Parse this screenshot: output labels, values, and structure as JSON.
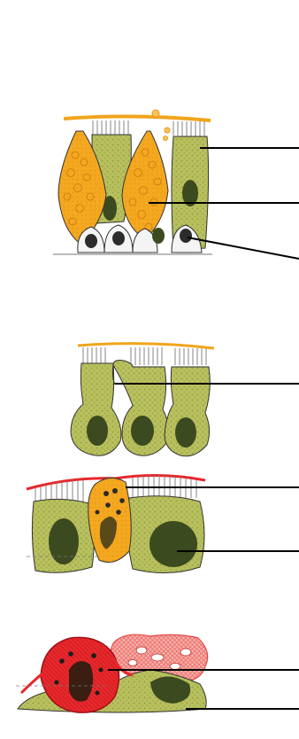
{
  "figure": {
    "panels": [
      {
        "id": "panel-1",
        "leader_lines": 3
      },
      {
        "id": "panel-2",
        "leader_lines": 1
      },
      {
        "id": "panel-3",
        "leader_lines": 2
      },
      {
        "id": "panel-4",
        "leader_lines": 2
      }
    ]
  },
  "colors": {
    "background": "#ffffff",
    "cell_olive": "#b8bf5e",
    "cell_olive_dark": "#8f9a3c",
    "nucleus_dark": "#3c4a1f",
    "goblet_orange": "#f2a31b",
    "goblet_light": "#f7c35a",
    "mucus_orange": "#f0a51c",
    "cilia_gray": "#777777",
    "surface_red": "#e8262b",
    "pink_cell": "#f07a78",
    "outline": "#333333",
    "leader": "#000000"
  }
}
